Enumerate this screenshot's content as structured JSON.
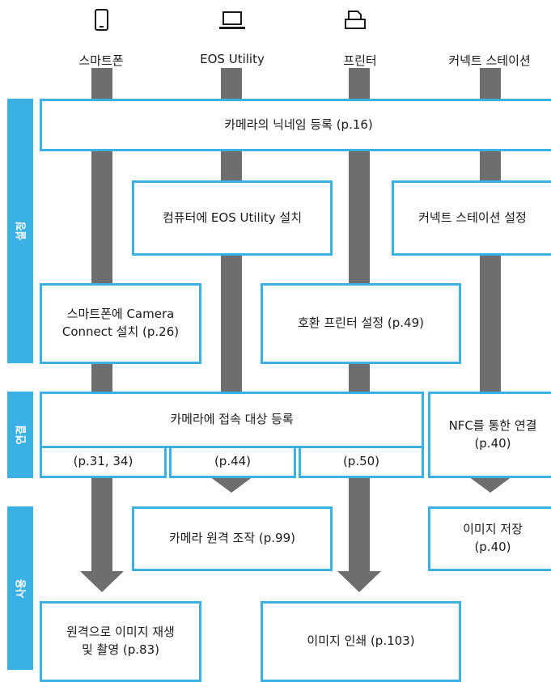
{
  "colors": {
    "accent": "#3bb0e4",
    "bar": "#6e6e6e"
  },
  "columns": [
    {
      "label": "스마트폰",
      "icon": "smartphone-icon"
    },
    {
      "label": "EOS Utility",
      "icon": "laptop-icon"
    },
    {
      "label": "프린터",
      "icon": "printer-icon"
    },
    {
      "label": "커넥트 스테이션",
      "icon": ""
    }
  ],
  "phases": {
    "setup": "설정",
    "connect": "연결",
    "use": "사용"
  },
  "boxes": {
    "nickname": "카메라의 닉네임 등록 (p.16)",
    "pc_install": "컴퓨터에 EOS Utility 설치",
    "cs_setup": "커넥트 스테이션 설정",
    "phone_install": "스마트폰에 Camera\nConnect 설치 (p.26)",
    "printer_setup": "호환 프린터 설정 (p.49)",
    "register": "카메라에 접속 대상 등록",
    "ref_phone": "(p.31, 34)",
    "ref_pc": "(p.44)",
    "ref_printer": "(p.50)",
    "nfc": "NFC를 통한 연결\n(p.40)",
    "remote_control": "카메라 원격 조작 (p.99)",
    "save_image": "이미지 저장\n(p.40)",
    "remote_playback": "원격으로 이미지 재생\n및 촬영 (p.83)",
    "print_image": "이미지 인쇄 (p.103)"
  }
}
